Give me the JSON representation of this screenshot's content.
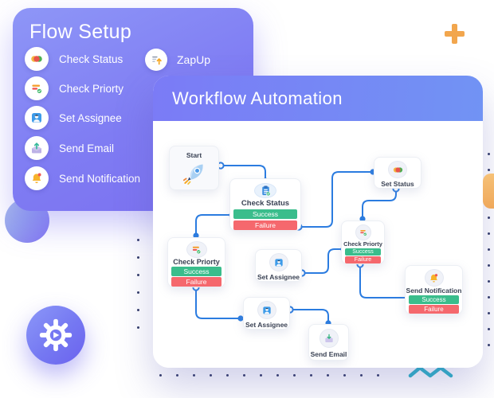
{
  "flow_setup": {
    "title": "Flow Setup",
    "items": [
      {
        "label": "Check Status",
        "icon": "status-toggle-icon"
      },
      {
        "label": "Check Priorty",
        "icon": "priority-list-icon"
      },
      {
        "label": "Set Assignee",
        "icon": "assignee-icon"
      },
      {
        "label": "Send Email",
        "icon": "email-icon"
      },
      {
        "label": "Send Notification",
        "icon": "bell-icon"
      }
    ],
    "zapup_label": "ZapUp"
  },
  "workflow": {
    "title": "Workflow Automation",
    "nodes": [
      {
        "id": "start",
        "label": "Start",
        "icon": "rocket-icon"
      },
      {
        "id": "check-status",
        "label": "Check Status",
        "icon": "clipboard-check-icon",
        "success": "Success",
        "failure": "Failure"
      },
      {
        "id": "set-status",
        "label": "Set Status",
        "icon": "status-toggle-icon"
      },
      {
        "id": "check-priorty-right",
        "label": "Check Priorty",
        "icon": "priority-list-icon",
        "success": "Success",
        "failure": "Failure"
      },
      {
        "id": "send-notification",
        "label": "Send Notification",
        "icon": "bell-icon",
        "success": "Success",
        "failure": "Failure"
      },
      {
        "id": "check-priorty-left",
        "label": "Check Priorty",
        "icon": "priority-list-icon",
        "success": "Success",
        "failure": "Failure"
      },
      {
        "id": "set-assignee-mid",
        "label": "Set Assignee",
        "icon": "assignee-icon"
      },
      {
        "id": "set-assignee-bottom",
        "label": "Set Assignee",
        "icon": "assignee-icon"
      },
      {
        "id": "send-email",
        "label": "Send Email",
        "icon": "email-icon"
      }
    ]
  },
  "colors": {
    "success": "#3ABD8C",
    "failure": "#F5686D",
    "line": "#2B7CE0",
    "orange": "#F2A64D",
    "teal": "#2CB4C6",
    "card_purple_top": "#8E96F7",
    "card_purple_bottom": "#7B6FF0",
    "header_purple_left": "#7B7BF6",
    "header_purple_right": "#7193F4"
  }
}
